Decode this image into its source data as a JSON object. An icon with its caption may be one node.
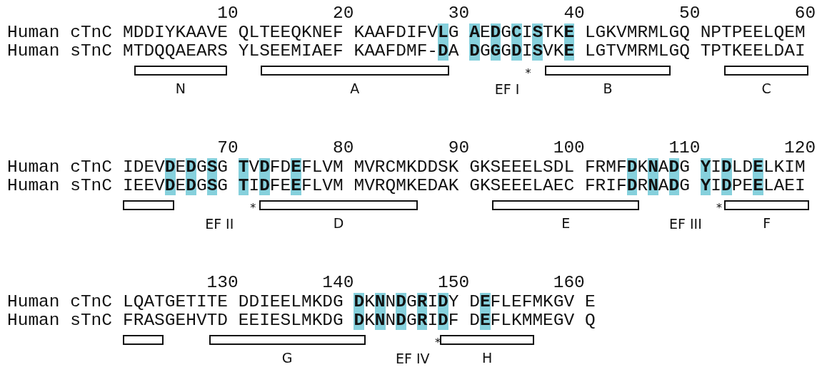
{
  "diagram": {
    "nodes": [
      {
        "text": [
          "N"
        ]
      },
      {
        "text": [
          "A"
        ]
      },
      {
        "text": [
          "B"
        ]
      },
      {
        "text": [
          "C"
        ]
      },
      {
        "text": [],
        "shape": "bar"
      },
      {
        "text": [
          "D"
        ]
      },
      {
        "text": [
          "E"
        ]
      },
      {
        "text": [
          "F"
        ]
      },
      {
        "text": [],
        "shape": "bar"
      },
      {
        "text": [
          "G"
        ]
      },
      {
        "text": [
          "H"
        ]
      }
    ],
    "labels": [
      "10",
      "20",
      "30",
      "40",
      "50",
      "60",
      "Human cTnC",
      "MDDIYKAAVE QLTEEQKNEF KAAFDIFV**L**G **A**E**D**G**C**I**S**TK**E** LGKVMRMLGQ NPTPEELQEM",
      "Human sTnC",
      "MTDQQAEARS YLSEEMIAEF KAAFDMF-**D**A **D**G**G**G**D**I**S**VK**E** LGTVMRMLGQ TPTKEELDAI",
      "EF I",
      "*",
      "70",
      "80",
      "90",
      "100",
      "110",
      "120",
      "Human cTnC",
      "IDEV**D**E**D**G**S**G **T**V**D**FD**E**FLVM MVRCMKDDSK GKSEEELSDL FRMF**D**K**N**A**D**G **Y**I**D**LD**E**LKIM",
      "Human sTnC",
      "IEEV**D**E**D**G**S**G **T**I**D**FE**E**FLVM MVRQMKEDAK GKSEEELAEC FRIF**D**R**N**A**D**G **Y**I**D**PE**E**LAEI",
      "EF II",
      "*",
      "EF III",
      "*",
      "130",
      "140",
      "150",
      "160",
      "Human cTnC",
      "LQATGETITE DDIEELMKDG **D**K**N**N**D**G**R**I**D**Y D**E**FLEFMKGV E",
      "Human sTnC",
      "FRASGEHVTD EEIESLMKDG **D**K**N**N**D**G**R**I**D**F D**E**FLKMMEGV Q",
      "*",
      "EF IV"
    ]
  }
}
